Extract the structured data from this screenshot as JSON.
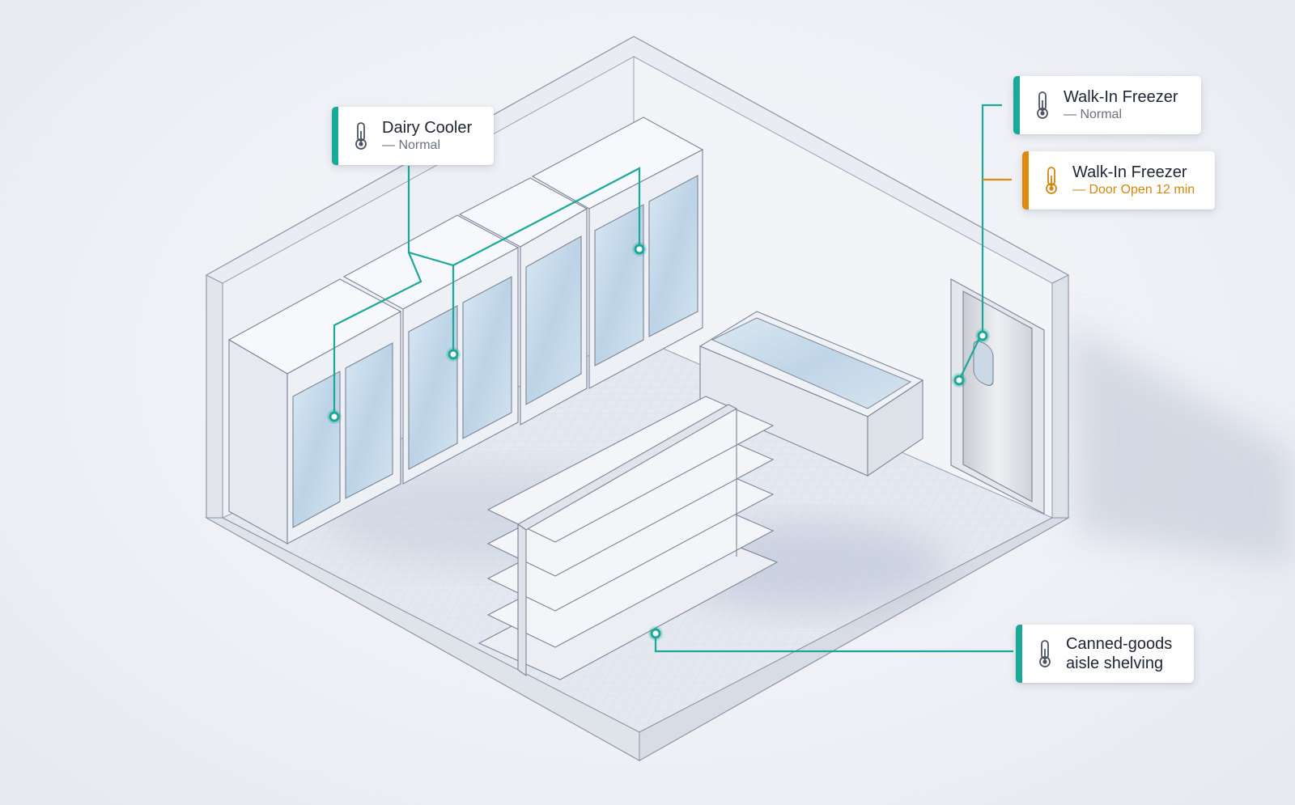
{
  "colors": {
    "normal_accent": "#1aa898",
    "alert_accent": "#de8a12",
    "wall": "#f1f3f7",
    "floor": "#e6e9f1",
    "glass": "#cfe0ee"
  },
  "sensors": [
    {
      "label": "Dairy Cooler",
      "status": "— Normal",
      "state": "normal",
      "icon": "thermometer-icon"
    },
    {
      "label": "Walk-In Freezer",
      "status": "— Normal",
      "state": "normal",
      "icon": "thermometer-icon"
    },
    {
      "label": "Walk-In Freezer",
      "status": "— Door Open 12 min",
      "state": "alert",
      "icon": "thermometer-icon"
    },
    {
      "label": "Canned-goods",
      "label2": "aisle shelving",
      "state": "normal",
      "icon": "thermometer-icon"
    }
  ]
}
